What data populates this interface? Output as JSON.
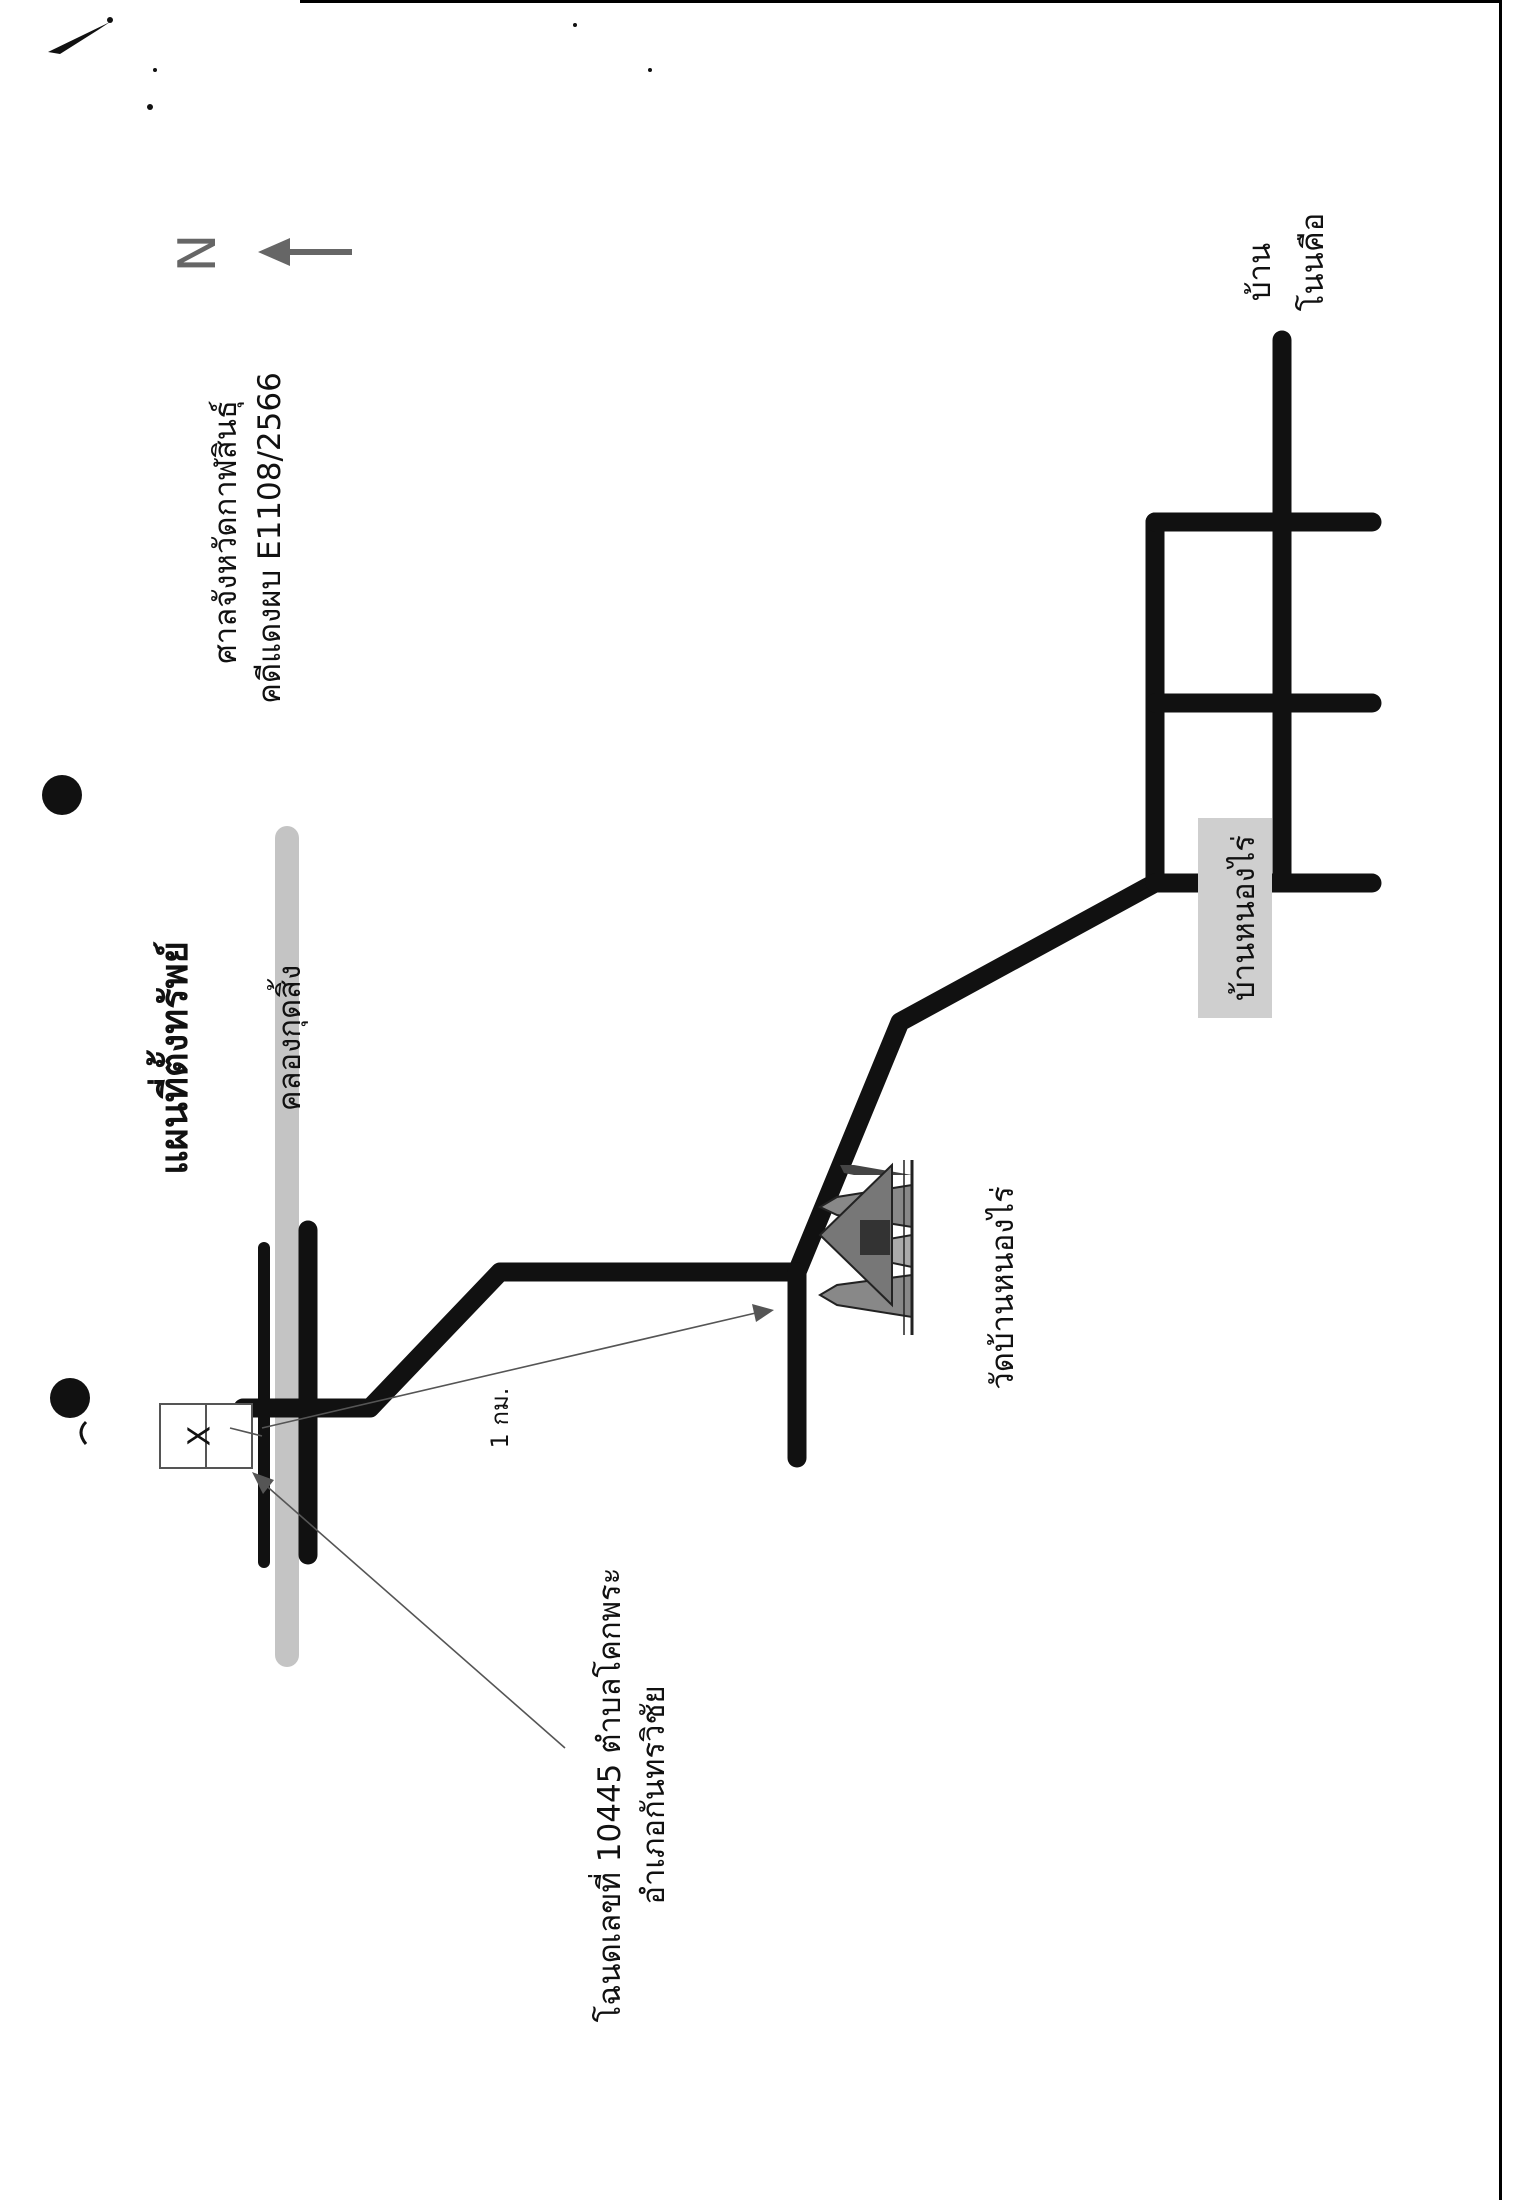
{
  "map": {
    "title": "แผนที่ตั้งทรัพย์",
    "court": {
      "line1": "ศาลจังหวัดกาฬสินธุ์",
      "line2": "คดีแดงผบ E1108/2566"
    },
    "north_label": "N",
    "icons": {
      "north": "north-arrow-icon",
      "temple": "temple-icon",
      "parcel": "parcel-marker-icon"
    },
    "colors": {
      "road": "#111111",
      "canal": "#c4c4c4",
      "village_box": "#cfcfcf",
      "north": "#666666"
    },
    "labels": {
      "canal": "คลองกุดสิ้ง",
      "distance": "1 กม.",
      "temple": "วัดบ้านหนองไร่",
      "village_box": "บ้านหนองไร่",
      "village_end_line1": "บ้าน",
      "village_end_line2": "โนนคือ",
      "parcel_line1": "โฉนดเลขที่ 10445 ตำบลโคกพระ",
      "parcel_line2": "อำเภอกันทรวิชัย",
      "parcel_mark": "X"
    }
  }
}
